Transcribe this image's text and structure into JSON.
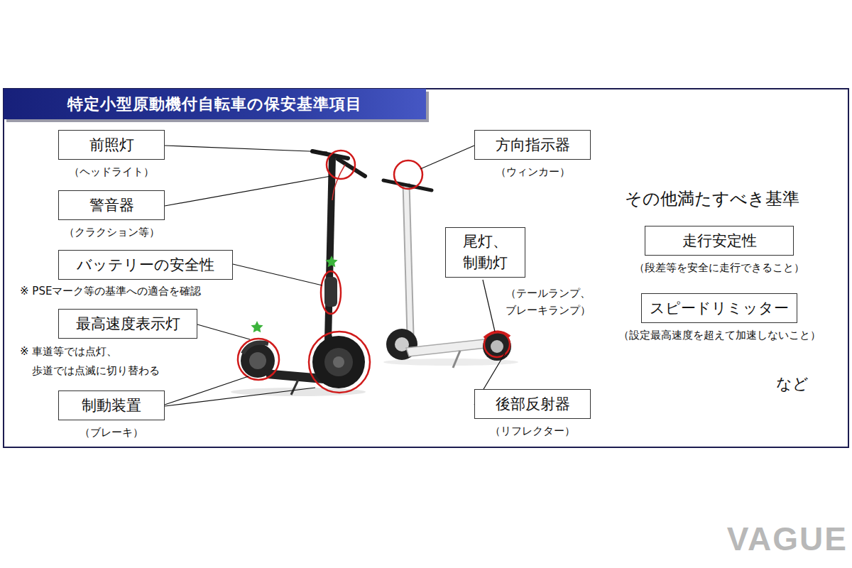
{
  "diagram": {
    "title": "特定小型原動機付自転車の保安基準項目",
    "nodes": [
      {
        "text": [
          "前照灯",
          "（ヘッドライト）"
        ]
      },
      {
        "text": [
          "警音器",
          "（クラクション等）"
        ]
      },
      {
        "text": [
          "バッテリーの安全性"
        ]
      },
      {
        "text": [
          "最高速度表示灯"
        ]
      },
      {
        "text": [
          "制動装置",
          "（ブレーキ）"
        ]
      },
      {
        "text": [
          "方向指示器",
          "（ウィンカー）"
        ]
      },
      {
        "text": [
          "尾灯、 制動灯",
          "（テールランプ、 ブレーキランプ）"
        ]
      },
      {
        "text": [
          "後部反射器",
          "（リフレクター）"
        ]
      },
      {
        "text": [
          "走行安定性",
          "（段差等を安全に走行できること）"
        ]
      },
      {
        "text": [
          "スピードリミッター",
          "（設定最高速度を超えて加速しないこと）"
        ]
      }
    ],
    "labels": [
      "※ PSEマーク等の基準への適合を確認",
      "※ 車道等では点灯、 歩道では点滅に切り替わる",
      "その他満たすべき基準",
      "など",
      "VAGUE"
    ]
  }
}
